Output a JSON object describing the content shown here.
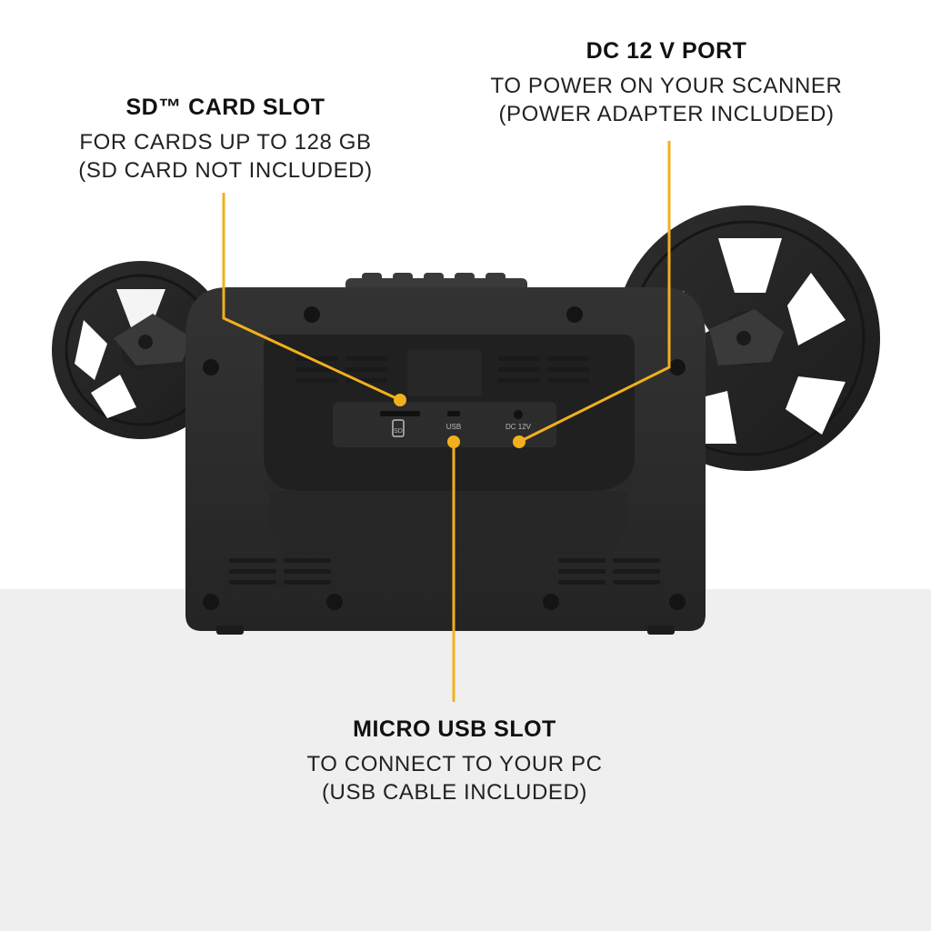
{
  "callouts": {
    "sd_slot": {
      "title": "SD™ CARD SLOT",
      "line1": "FOR CARDS UP TO 128 GB",
      "line2": "(SD CARD NOT INCLUDED)"
    },
    "dc_port": {
      "title": "DC 12 V PORT",
      "line1": "TO POWER ON YOUR SCANNER",
      "line2": "(POWER ADAPTER INCLUDED)"
    },
    "usb_slot": {
      "title": "MICRO USB SLOT",
      "line1": "TO CONNECT TO YOUR PC",
      "line2": "(USB CABLE INCLUDED)"
    }
  },
  "device": {
    "port_labels": {
      "sd": "SD",
      "usb": "USB",
      "dc": "DC 12V"
    }
  },
  "colors": {
    "accent": "#f2b01e",
    "device_body": "#2a2a2a",
    "floor": "#efefef"
  }
}
